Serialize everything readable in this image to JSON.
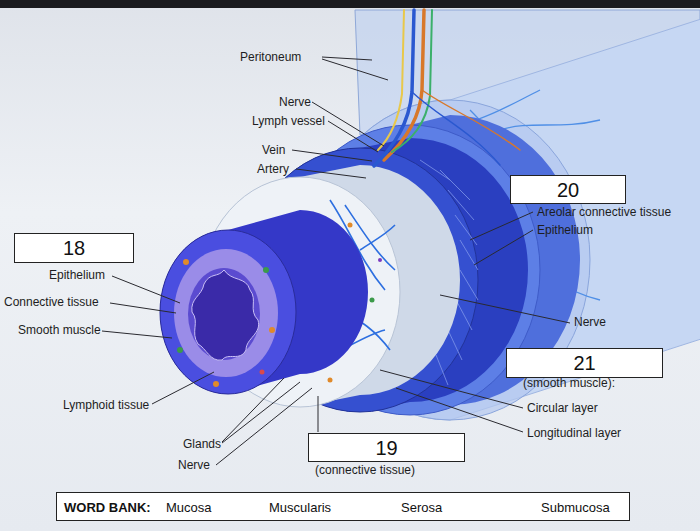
{
  "diagram": {
    "nodes": [
      {
        "text": [
          "20"
        ]
      },
      {
        "text": [
          "18"
        ]
      },
      {
        "text": [
          "21"
        ]
      },
      {
        "text": [
          "19"
        ]
      },
      {
        "text": [
          "WORD BANK:",
          "Mucosa",
          "Muscularis",
          "Serosa",
          "Submucosa"
        ]
      }
    ],
    "labels": [
      "Peritoneum",
      "Nerve",
      "Lymph vessel",
      "Vein",
      "Artery",
      "Areolar connective tissue",
      "Epithelium",
      "Epithelium",
      "Connective tissue",
      "Smooth muscle",
      "Nerve",
      "(smooth muscle):",
      "Circular layer",
      "Longitudinal layer",
      "Lymphoid tissue",
      "Glands",
      "Nerve",
      "(connective tissue)"
    ]
  }
}
